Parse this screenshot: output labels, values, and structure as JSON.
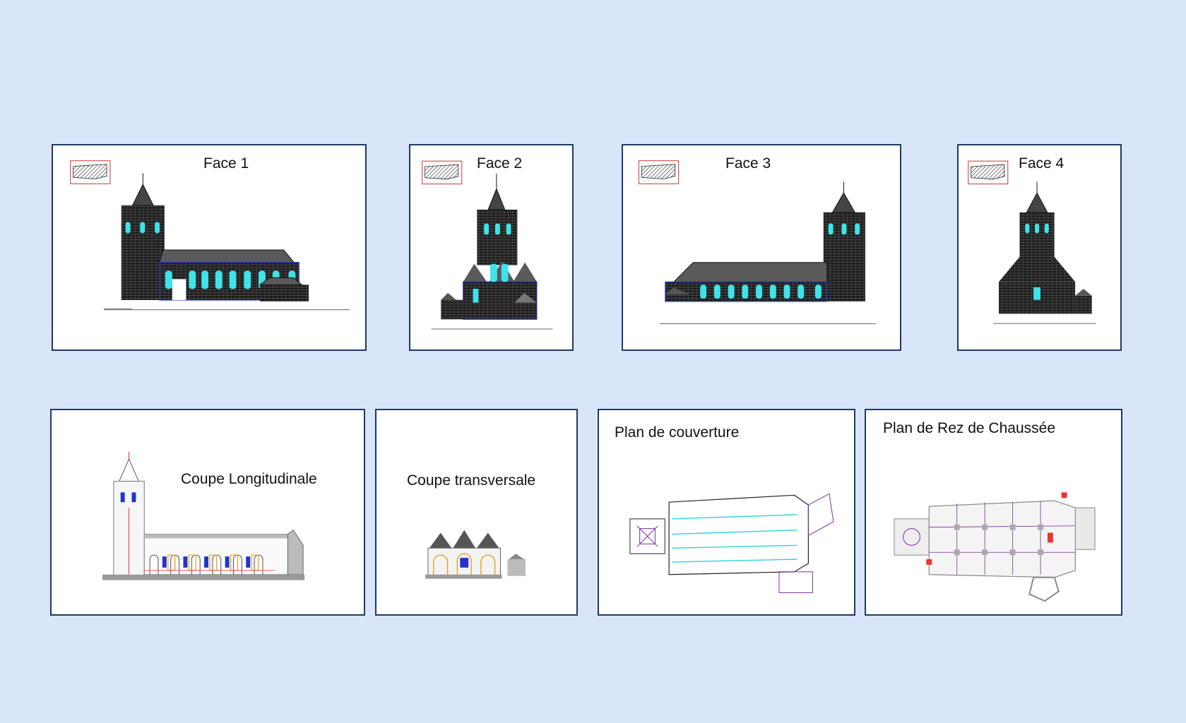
{
  "sheets": {
    "face1": {
      "title": "Face 1"
    },
    "face2": {
      "title": "Face 2"
    },
    "face3": {
      "title": "Face 3"
    },
    "face4": {
      "title": "Face 4"
    },
    "coupe_longitudinale": {
      "title": "Coupe Longitudinale"
    },
    "coupe_transversale": {
      "title": "Coupe transversale"
    },
    "plan_couverture": {
      "title": "Plan de couverture"
    },
    "plan_rez": {
      "title": "Plan de Rez de Chaussée"
    }
  }
}
